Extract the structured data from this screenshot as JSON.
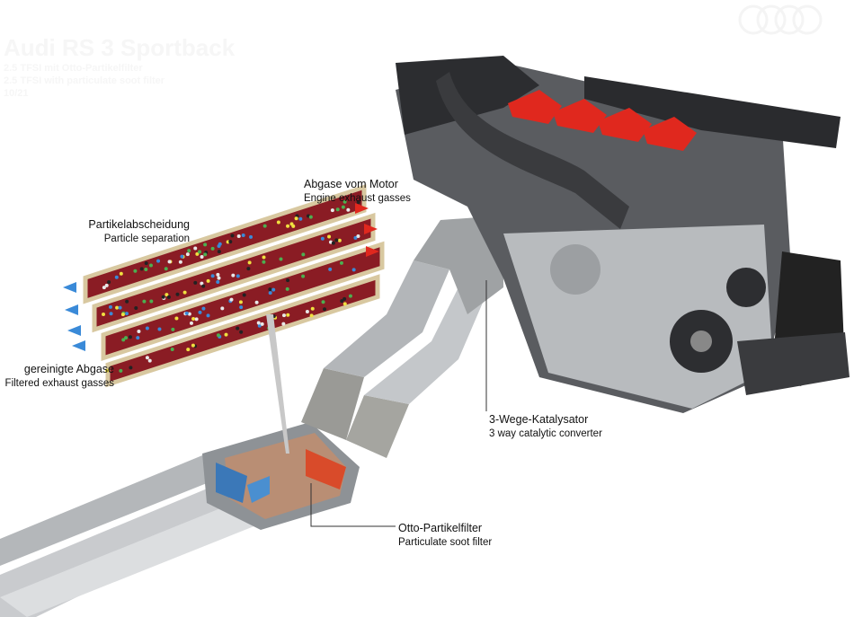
{
  "header": {
    "title": "Audi RS 3 Sportback",
    "subtitle_de": "2.5 TFSI mit Otto-Partikelfilter",
    "subtitle_en": "2.5 TFSI with particulate soot filter",
    "date": "10/21"
  },
  "labels": {
    "engine_exhaust": {
      "de": "Abgase vom Motor",
      "en": "Engine exhaust gasses"
    },
    "particle_separation": {
      "de": "Partikelabscheidung",
      "en": "Particle separation"
    },
    "filtered_exhaust": {
      "de": "gereinigte Abgase",
      "en": "Filtered exhaust gasses"
    },
    "catalytic_converter": {
      "de": "3-Wege-Katalysator",
      "en": "3 way catalytic converter"
    },
    "soot_filter": {
      "de": "Otto-Partikelfilter",
      "en": "Particulate soot filter"
    }
  },
  "colors": {
    "accent_red": "#e0281e",
    "flow_blue": "#3a8ad8",
    "filter_tan": "#d8c8a0",
    "filter_red": "#8a1c24"
  }
}
